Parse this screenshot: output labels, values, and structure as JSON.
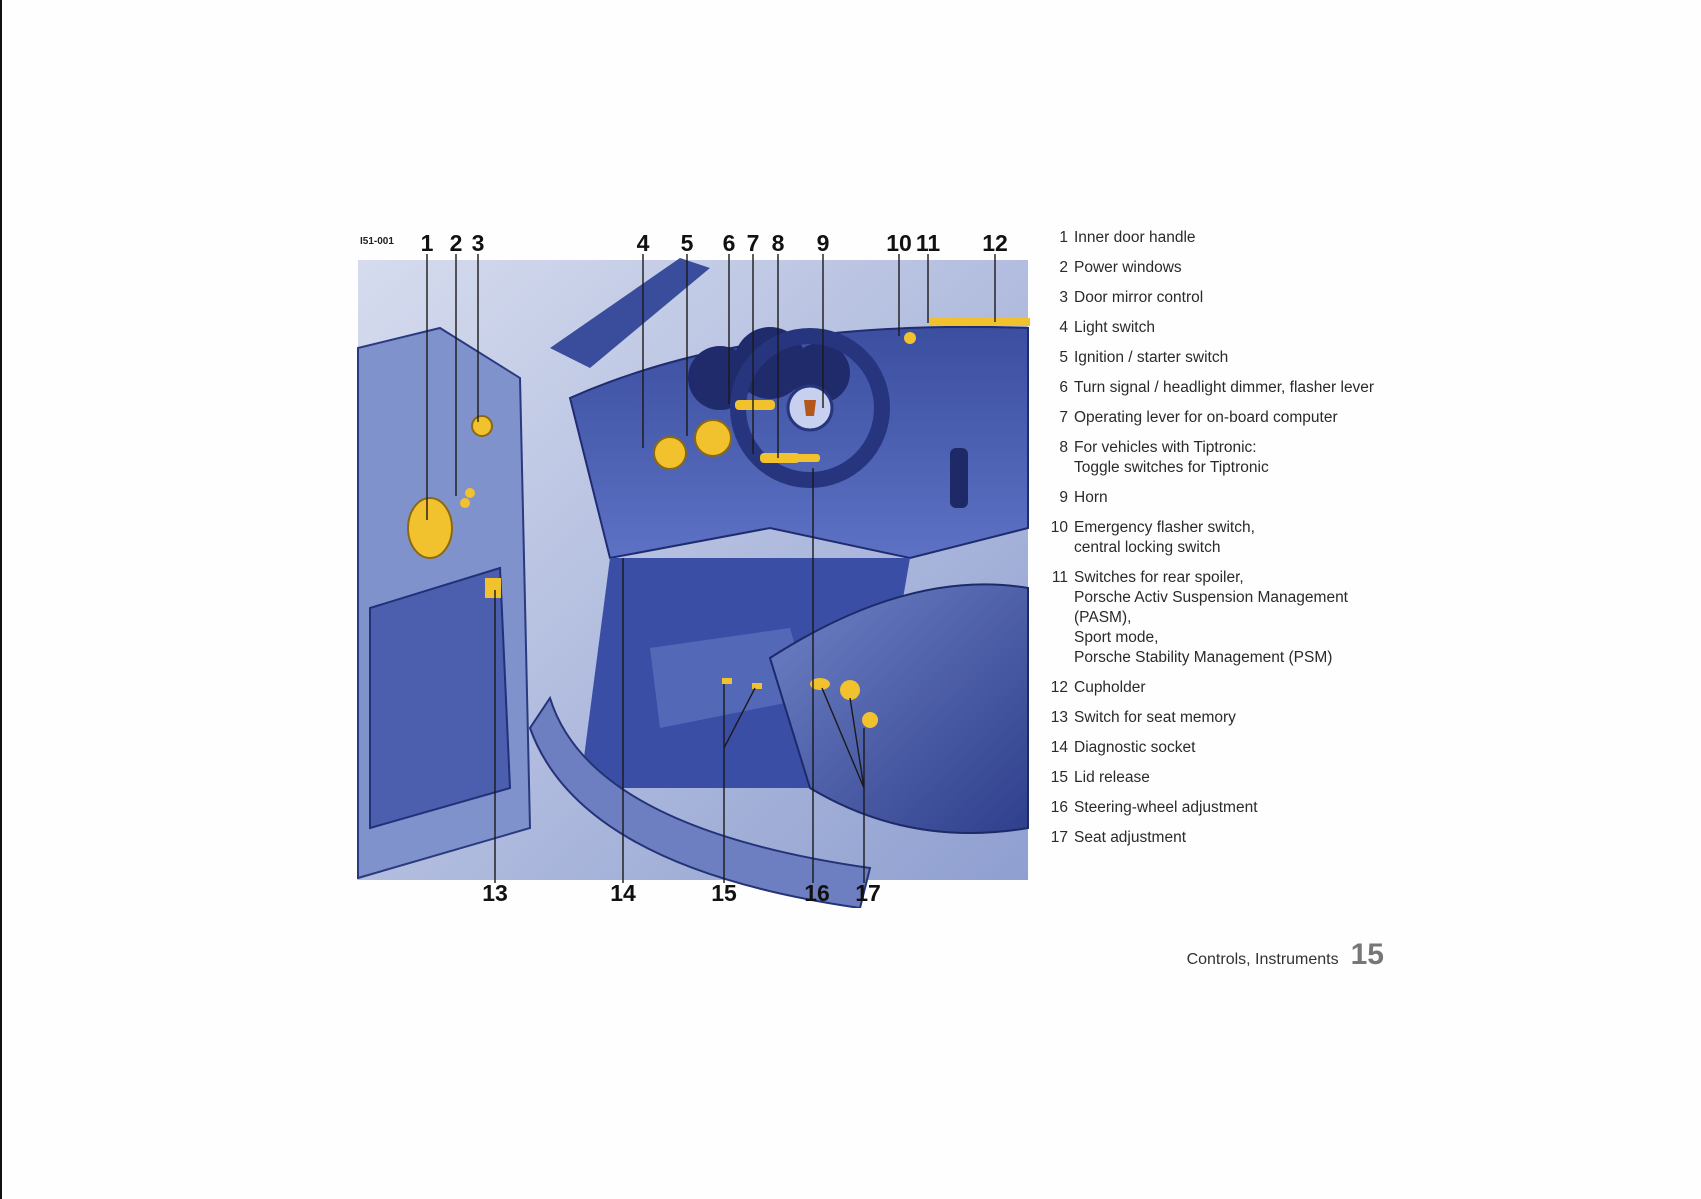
{
  "figure": {
    "image_id": "I51-001",
    "callouts_top": [
      "1",
      "2",
      "3",
      "4",
      "5",
      "6",
      "7",
      "8",
      "9",
      "10",
      "11",
      "12"
    ],
    "callouts_bottom": [
      "13",
      "14",
      "15",
      "16",
      "17"
    ],
    "palette": {
      "accent": "#f2c12e",
      "body": "#2c3f8f",
      "mid": "#5b6fb8",
      "light": "#c9d2ea"
    }
  },
  "legend": [
    {
      "num": "1",
      "text": "Inner door handle"
    },
    {
      "num": "2",
      "text": "Power windows"
    },
    {
      "num": "3",
      "text": "Door mirror control"
    },
    {
      "num": "4",
      "text": "Light switch"
    },
    {
      "num": "5",
      "text": "Ignition / starter switch"
    },
    {
      "num": "6",
      "text": "Turn signal / headlight dimmer, flasher lever"
    },
    {
      "num": "7",
      "text": "Operating lever for on-board computer"
    },
    {
      "num": "8",
      "text": "For vehicles with Tiptronic:\nToggle switches for Tiptronic"
    },
    {
      "num": "9",
      "text": "Horn"
    },
    {
      "num": "10",
      "text": "Emergency flasher switch,\ncentral locking switch"
    },
    {
      "num": "11",
      "text": "Switches for rear spoiler,\nPorsche Activ Suspension Management\n(PASM),\nSport mode,\nPorsche Stability Management (PSM)"
    },
    {
      "num": "12",
      "text": "Cupholder"
    },
    {
      "num": "13",
      "text": "Switch for seat memory"
    },
    {
      "num": "14",
      "text": "Diagnostic socket"
    },
    {
      "num": "15",
      "text": "Lid release"
    },
    {
      "num": "16",
      "text": "Steering-wheel adjustment"
    },
    {
      "num": "17",
      "text": "Seat adjustment"
    }
  ],
  "footer": {
    "section": "Controls, Instruments",
    "page_number": "15"
  }
}
